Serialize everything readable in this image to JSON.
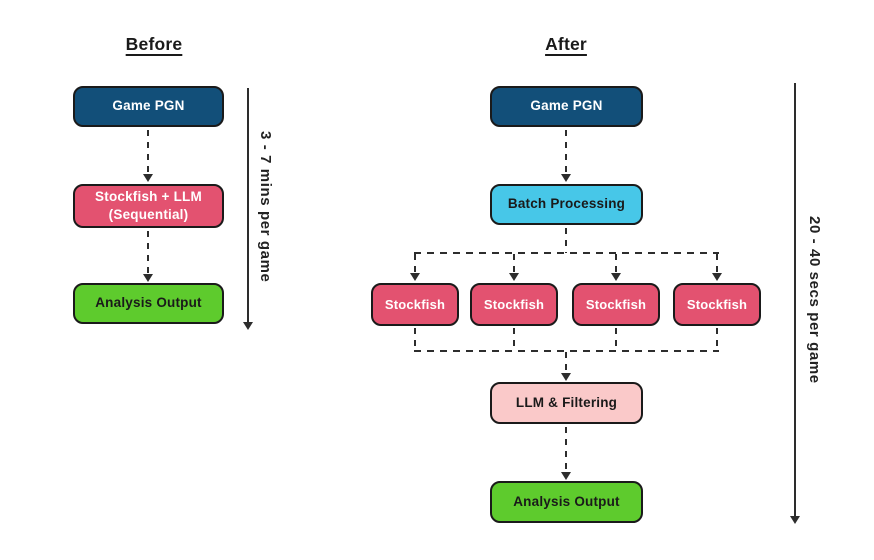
{
  "before": {
    "heading": "Before",
    "nodes": {
      "game_pgn": "Game PGN",
      "stockfish_llm_line1": "Stockfish + LLM",
      "stockfish_llm_line2": "(Sequential)",
      "analysis_output": "Analysis Output"
    },
    "timeline_label": "3 - 7 mins per game"
  },
  "after": {
    "heading": "After",
    "nodes": {
      "game_pgn": "Game PGN",
      "batch_processing": "Batch Processing",
      "llm_filtering": "LLM & Filtering",
      "analysis_output": "Analysis Output"
    },
    "stockfish_workers": [
      "Stockfish",
      "Stockfish",
      "Stockfish",
      "Stockfish"
    ],
    "timeline_label": "20 - 40 secs per game"
  },
  "colors": {
    "navy": "#124F79",
    "pink": "#E35270",
    "green": "#5ECB2D",
    "light_blue": "#47C7E8",
    "light_pink": "#FAC9C9",
    "outline": "#1A1A1A",
    "connector": "#2D2D2D"
  }
}
